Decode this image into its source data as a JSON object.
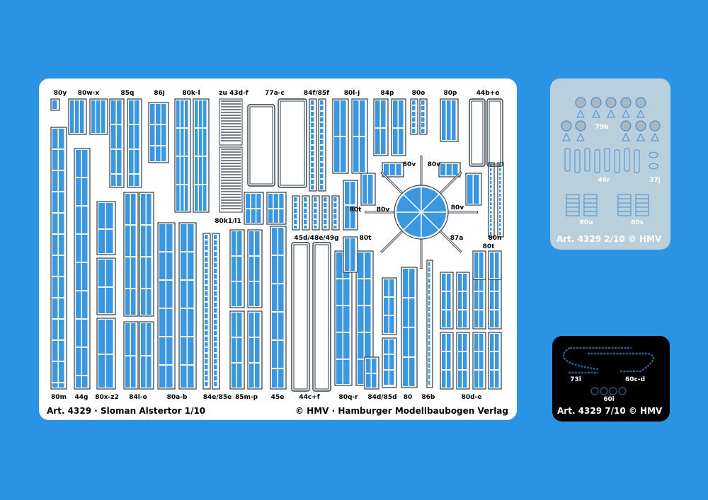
{
  "sheet1": {
    "top_labels": [
      "80y",
      "80w-x",
      "85q",
      "86j",
      "80k-l",
      "zu 43d-f",
      "77a-c",
      "84f/85f",
      "80l-j",
      "84p",
      "80o",
      "80p",
      "44b+e"
    ],
    "bottom_labels": [
      "80m",
      "44g",
      "80x-z2",
      "84l-o",
      "80a-b",
      "84e/85e",
      "85m-p",
      "45e",
      "44c+f",
      "80q-r",
      "84d/85d",
      "80",
      "86b",
      "80d-e"
    ],
    "inner_labels": [
      "80k1/l1",
      "45d/48e/49g",
      "80t",
      "80v",
      "80t",
      "80v",
      "80v",
      "80v",
      "87a",
      "80n",
      "80t"
    ],
    "footer_left": "Art. 4329 · Sloman Alstertor 1/10",
    "footer_right": "© HMV · Hamburger Modellbaubogen Verlag"
  },
  "sheet2": {
    "labels": [
      "79b",
      "46r",
      "37j",
      "80u",
      "80s"
    ],
    "footer": "Art. 4329 2/10 © HMV"
  },
  "sheet3": {
    "labels": [
      "73l",
      "60c-d",
      "60i"
    ],
    "footer": "Art. 4329 7/10 © HMV"
  },
  "colors": {
    "background": "#2a93e4",
    "window": "#3a97e0",
    "sheet2": "#b9cfdc",
    "sheet3": "#000000"
  }
}
